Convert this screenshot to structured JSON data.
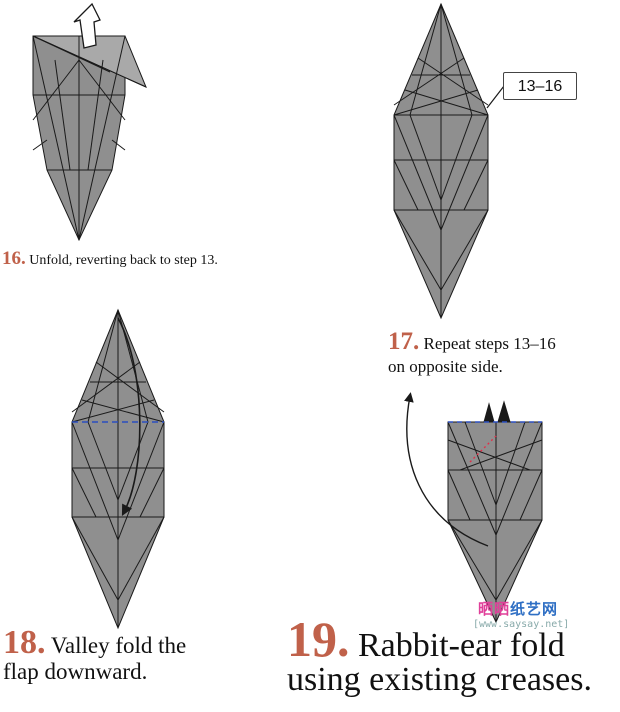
{
  "steps": [
    {
      "number": "16.",
      "text": "Unfold, reverting back to step 13."
    },
    {
      "number": "17.",
      "line1": "Repeat steps 13–16",
      "line2": "on opposite side."
    },
    {
      "number": "18.",
      "line1": "Valley fold the",
      "line2": "flap downward."
    },
    {
      "number": "19.",
      "line1": "Rabbit-ear fold",
      "line2": "using existing creases."
    }
  ],
  "reference_label": "13–16",
  "watermark": {
    "pink": "晒晒",
    "blue": "纸艺网",
    "url": "[www.saysay.net]"
  },
  "colors": {
    "paper": "#8f8f8f",
    "crease": "#1a1a1a",
    "number": "#c0614a",
    "valley": "#2b4fbf",
    "mountain": "#e0304a"
  }
}
